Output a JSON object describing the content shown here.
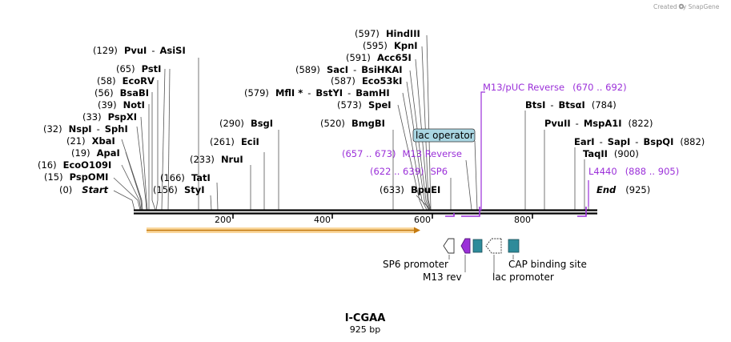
{
  "credit": "Created by SnapGene",
  "title": "I-CGAA",
  "subtitle": "925 bp",
  "colors": {
    "primer": "#9b30d9",
    "feature": "#2e8b9a",
    "operator_fill": "#a9d6e2",
    "orf": "#f5a623",
    "backbone": "#000000"
  },
  "enzyme_sites": [
    {
      "id": "start",
      "pos": "(0)",
      "name": "Start",
      "bp": 0
    },
    {
      "id": "psp-omi",
      "pos": "(15)",
      "name": "PspOMI",
      "bp": 15
    },
    {
      "id": "eco-o109i",
      "pos": "(16)",
      "name": "EcoO109I",
      "bp": 16
    },
    {
      "id": "apa-i",
      "pos": "(19)",
      "name": "ApaI",
      "bp": 19
    },
    {
      "id": "xba-i",
      "pos": "(21)",
      "name": "XbaI",
      "bp": 21
    },
    {
      "id": "nsp-i",
      "pos": "(32)",
      "name": "NspI",
      "name2": "SphI",
      "bp": 32
    },
    {
      "id": "psp-xi",
      "pos": "(33)",
      "name": "PspXI",
      "bp": 33
    },
    {
      "id": "not-i",
      "pos": "(39)",
      "name": "NotI",
      "bp": 39
    },
    {
      "id": "bsa-bi",
      "pos": "(56)",
      "name": "BsaBI",
      "bp": 56
    },
    {
      "id": "eco-rv",
      "pos": "(58)",
      "name": "EcoRV",
      "bp": 58
    },
    {
      "id": "pst-i",
      "pos": "(65)",
      "name": "PstI",
      "bp": 65
    },
    {
      "id": "pvu-i",
      "pos": "(129)",
      "name": "PvuI",
      "name2": "AsiSI",
      "bp": 129
    },
    {
      "id": "sty-i",
      "pos": "(156)",
      "name": "StyI",
      "bp": 156
    },
    {
      "id": "tat-i",
      "pos": "(166)",
      "name": "TatI",
      "bp": 166
    },
    {
      "id": "nru-i",
      "pos": "(233)",
      "name": "NruI",
      "bp": 233
    },
    {
      "id": "eci-i",
      "pos": "(261)",
      "name": "EciI",
      "bp": 261
    },
    {
      "id": "bsg-i",
      "pos": "(290)",
      "name": "BsgI",
      "bp": 290
    },
    {
      "id": "bmg-bi",
      "pos": "(520)",
      "name": "BmgBI",
      "bp": 520
    },
    {
      "id": "bpu-ei",
      "pos": "(633)",
      "name": "BpuEI",
      "bp": 633
    },
    {
      "id": "spe-i",
      "pos": "(573)",
      "name": "SpeI",
      "bp": 573
    },
    {
      "id": "mfl-i",
      "pos": "(579)",
      "name": "MflI *",
      "name2": "BstYI",
      "name3": "BamHI",
      "bp": 579
    },
    {
      "id": "eco53k-i",
      "pos": "(587)",
      "name": "Eco53kI",
      "bp": 587
    },
    {
      "id": "sac-i",
      "pos": "(589)",
      "name": "SacI",
      "name2": "BsiHKAI",
      "bp": 589
    },
    {
      "id": "acc65-i",
      "pos": "(591)",
      "name": "Acc65I",
      "bp": 591
    },
    {
      "id": "kpn-i",
      "pos": "(595)",
      "name": "KpnI",
      "bp": 595
    },
    {
      "id": "hind-iii",
      "pos": "(597)",
      "name": "HindIII",
      "bp": 597
    },
    {
      "id": "bts-i",
      "pos": "(784)",
      "name": "BtsI",
      "name2": "BtsαI",
      "bp": 784
    },
    {
      "id": "pvu-ii",
      "pos": "(822)",
      "name": "PvuII",
      "name2": "MspA1I",
      "bp": 822
    },
    {
      "id": "ear-i",
      "pos": "(882)",
      "name": "EarI",
      "name2": "SapI",
      "name3": "BspQI",
      "bp": 882
    },
    {
      "id": "taq-ii",
      "pos": "(900)",
      "name": "TaqII",
      "bp": 900
    },
    {
      "id": "end",
      "pos": "(925)",
      "name": "End",
      "bp": 925
    }
  ],
  "primers": [
    {
      "id": "m13-puc-reverse",
      "name": "M13/pUC Reverse",
      "range": "(670 .. 692)"
    },
    {
      "id": "m13-reverse",
      "name": "M13 Reverse",
      "range": "(657 .. 673)"
    },
    {
      "id": "sp6",
      "name": "SP6",
      "range": "(622 .. 639)"
    },
    {
      "id": "l4440",
      "name": "L4440",
      "range": "(888 .. 905)"
    }
  ],
  "operator_label": "lac operator",
  "ruler_ticks": [
    "200",
    "400",
    "600",
    "800"
  ],
  "features": [
    {
      "id": "sp6-promoter",
      "label": "SP6 promoter"
    },
    {
      "id": "m13-rev",
      "label": "M13 rev"
    },
    {
      "id": "lac-promoter",
      "label": "lac promoter"
    },
    {
      "id": "cap-binding-site",
      "label": "CAP binding site"
    }
  ]
}
